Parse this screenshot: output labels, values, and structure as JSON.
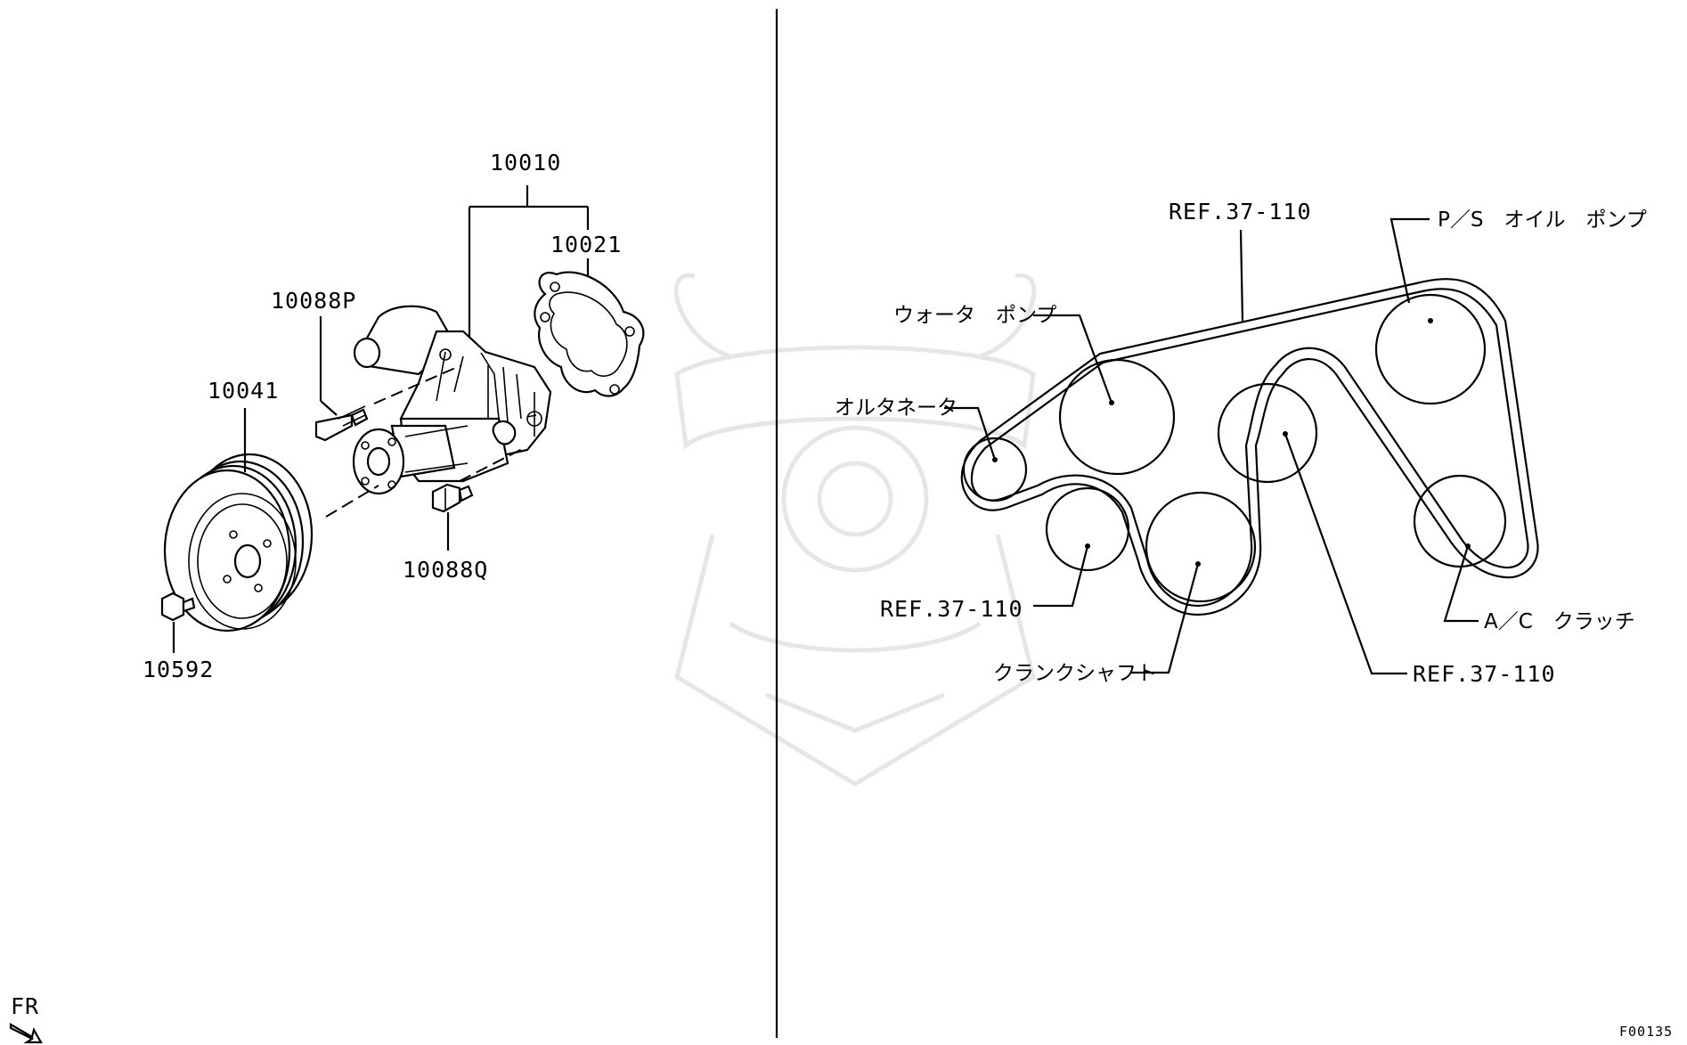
{
  "left_panel": {
    "parts": [
      {
        "id": "water-pump-assy",
        "label": "10010"
      },
      {
        "id": "gasket",
        "label": "10021"
      },
      {
        "id": "bolt-p",
        "label": "10088P"
      },
      {
        "id": "pulley",
        "label": "10041"
      },
      {
        "id": "bolt-q",
        "label": "10088Q"
      },
      {
        "id": "pulley-bolt",
        "label": "10592"
      }
    ],
    "direction_mark": "FR"
  },
  "right_panel": {
    "belt_ref_top": "REF.37-110",
    "ps_pump": "P／S　オイル　ポンプ",
    "water_pump": "ウォータ　ポンプ",
    "alternator": "オルタネータ",
    "idler_ref": "REF.37-110",
    "crankshaft": "クランクシャフト",
    "tensioner_ref": "REF.37-110",
    "ac_clutch": "A／C　クラッチ"
  },
  "figure_code": "F00135",
  "colors": {
    "line": "#000000",
    "background": "#ffffff",
    "watermark": "#e6e6e6"
  }
}
